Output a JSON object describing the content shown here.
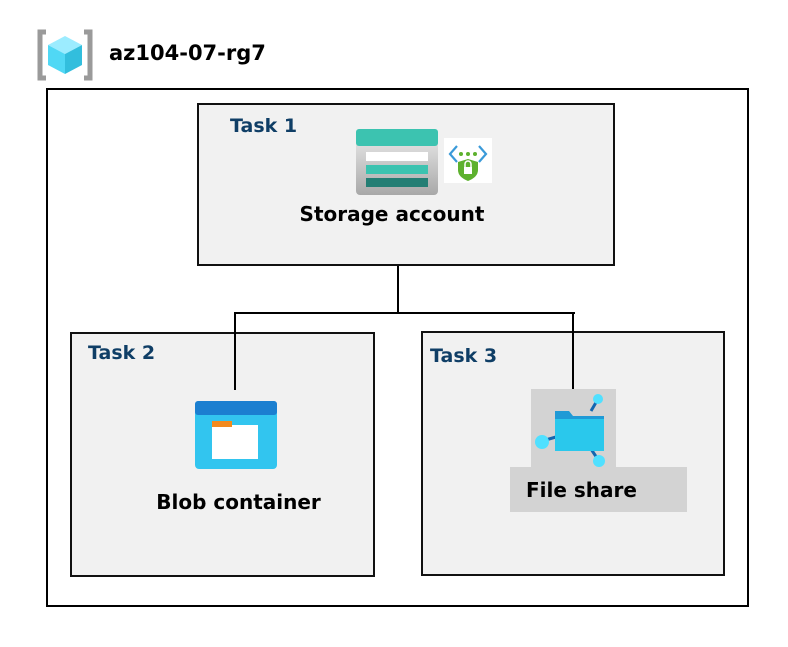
{
  "resource_group": {
    "title": "az104-07-rg7",
    "icon": "resource-group-icon"
  },
  "tasks": [
    {
      "label": "Task 1",
      "resource": "Storage account",
      "icons": [
        "storage-account-icon",
        "private-endpoint-icon"
      ]
    },
    {
      "label": "Task 2",
      "resource": "Blob container",
      "icon": "blob-container-icon"
    },
    {
      "label": "Task 3",
      "resource": "File share",
      "icon": "file-share-icon"
    }
  ],
  "colors": {
    "task_label": "#0f3e66",
    "box_fill": "#f1f1f1",
    "storage_teal": "#3cc3b0",
    "blob_blue": "#1b8fd8"
  }
}
